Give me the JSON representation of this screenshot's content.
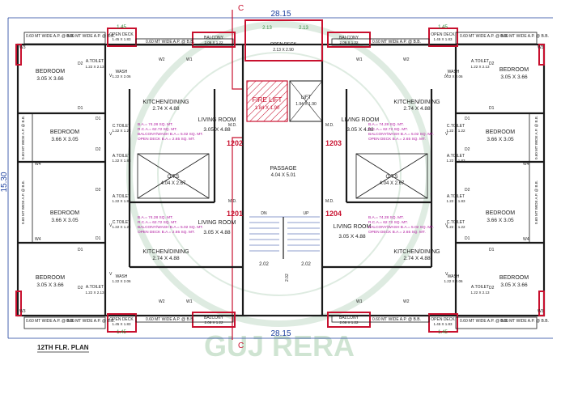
{
  "title": "12TH FLR. PLAN",
  "dims": {
    "top": "28.15",
    "bottom": "28.15",
    "left": "15.30"
  },
  "section_mark": "C",
  "passage": {
    "label": "PASSAGE",
    "size": "4.04 X 5.01"
  },
  "fire_lift": {
    "label": "FIRE LIFT",
    "size": "1.84 X 1.90"
  },
  "lift": {
    "label": "LIFT",
    "size": "1.94 X 1.90"
  },
  "open_deck_center": {
    "label": "OPEN DECK",
    "size": "2.13 X 2.90"
  },
  "ots": {
    "label": "O.T.S",
    "size": "4.04 X 2.67"
  },
  "flats": {
    "f1201": "1201",
    "f1202": "1202",
    "f1203": "1203",
    "f1204": "1204"
  },
  "rooms": {
    "bedroom_a": {
      "label": "BEDROOM",
      "size": "3.05 X 3.66"
    },
    "bedroom_b": {
      "label": "BEDROOM",
      "size": "3.66 X 3.05"
    },
    "kitchen": {
      "label": "KITCHEN/DINING",
      "size": "2.74 X 4.88"
    },
    "living": {
      "label": "LIVING ROOM",
      "size": "3.05 X 4.88"
    },
    "ctoilet": {
      "label": "C.TOILET",
      "size": "1.22 X 1.22"
    },
    "atoilet": {
      "label": "A.TOILET",
      "size": "1.22 X 1.83"
    },
    "atoilet2": {
      "label": "A.TOILET",
      "size": "1.22 X 2.13"
    },
    "wash": {
      "label": "WASH",
      "size": "1.22 X 2.06"
    },
    "balcony": {
      "label": "BALCONY",
      "size": "2.06 X 1.22"
    },
    "open_deck_side": {
      "label": "OPEN DECK",
      "size": "1.45 X 1.83"
    }
  },
  "areas": {
    "ba": "B.A.= 74.28 SQ. MT.",
    "rca": "R.C.A.= 62.72 SQ. MT.",
    "balc": "BALCONY/WASH B.A.= 5.02 SQ. MT.",
    "deck": "OPEN DECK B.A.= 2.65 SQ. MT."
  },
  "wide_ap": "0.60 MT WIDE A.P. @ B.B.",
  "wide_ap_short": "0.60 MT WIDE A.P. @ B.B.",
  "stair": {
    "dn": "DN",
    "up": "UP",
    "w1": "2.02",
    "w2": "2.02",
    "h": "2.02"
  },
  "misc": {
    "d1": "D1",
    "d2": "D2",
    "w1": "W1",
    "w2": "W2",
    "w3": "W3",
    "w4": "W4",
    "md": "M.D.",
    "v": "V",
    "dim145": "1.45",
    "dim213": "2.13"
  },
  "watermark": "GUJ RERA",
  "colors": {
    "wall": "#1a1a1a",
    "red": "#c8102e",
    "magenta": "#b0189f",
    "blue": "#1b3f9e",
    "hatch": "#c8102e"
  }
}
